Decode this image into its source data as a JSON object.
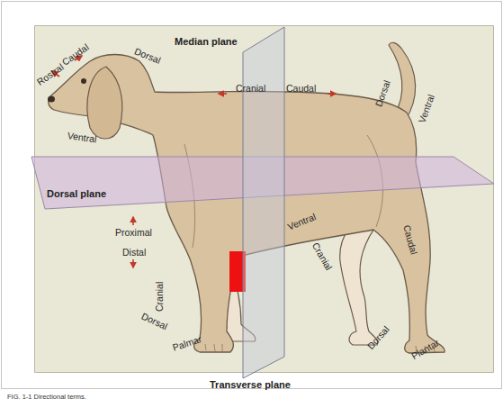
{
  "diagram": {
    "caption": "FIG. 1-1 Directional terms.",
    "nodes": [
      {
        "text": [
          "Median plane"
        ]
      },
      {
        "text": [
          "Dorsal plane"
        ]
      },
      {
        "text": [
          "Transverse plane"
        ]
      }
    ],
    "labels": [
      "Rostral",
      "Caudal",
      "Dorsal",
      "Cranial",
      "Caudal",
      "Dorsal",
      "Ventral",
      "Ventral",
      "Proximal",
      "Distal",
      "Cranial",
      "Dorsal",
      "Palmar",
      "Ventral",
      "Cranial",
      "Caudal",
      "Dorsal",
      "Plantar"
    ]
  }
}
